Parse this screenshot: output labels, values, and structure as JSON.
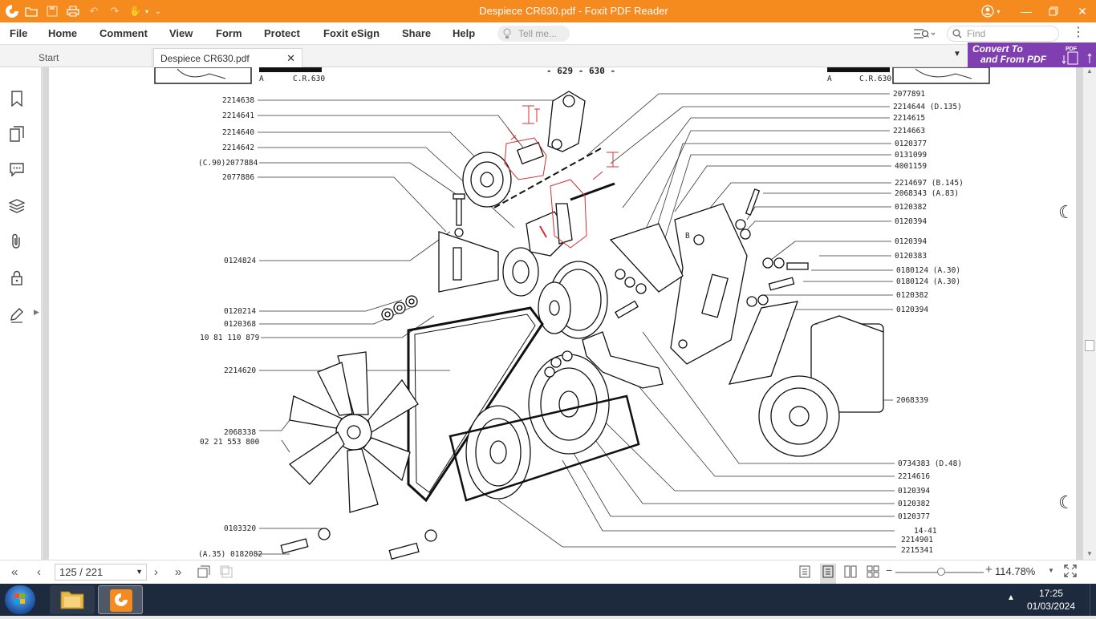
{
  "window": {
    "title": "Despiece CR630.pdf - Foxit PDF Reader",
    "accent": "#f58b1f"
  },
  "menu": {
    "items": [
      "File",
      "Home",
      "Comment",
      "View",
      "Form",
      "Protect",
      "Foxit eSign",
      "Share",
      "Help"
    ],
    "tell_me": "Tell me...",
    "find_placeholder": "Find"
  },
  "tabs": {
    "start": "Start",
    "document": "Despiece CR630.pdf"
  },
  "convert_banner": {
    "line1": "Convert To",
    "line2": "and From PDF",
    "badge": "PDF"
  },
  "document": {
    "header_left_code": "A",
    "header_left_model": "C.R.630",
    "header_center": "- 629 - 630 -",
    "header_right_code": "A",
    "header_right_model": "C.R.630",
    "labels_left": [
      "2214638",
      "2214641",
      "2214640",
      "2214642",
      "(C.90)2077884",
      "2077886",
      "0124824",
      "0120214",
      "0120368",
      "10 81 110 879",
      "2214620",
      "2068338",
      "02 21 553 800",
      "0103320",
      "(A.35) 0182082"
    ],
    "labels_right": [
      "2077891",
      "2214644 (D.135)",
      "2214615",
      "2214663",
      "0120377",
      "0131099",
      "4001159",
      "2214697 (B.145)",
      "2068343 (A.83)",
      "0120382",
      "0120394",
      "0120394",
      "0120383",
      "0180124 (A.30)",
      "0180124 (A.30)",
      "0120382",
      "0120394",
      "2068339",
      "0734383 (D.48)",
      "2214616",
      "0120394",
      "0120382",
      "0120377",
      "14-41",
      "2214901",
      "2215341"
    ],
    "part_letter": "B"
  },
  "status": {
    "page_display": "125 / 221",
    "zoom": "114.78%",
    "zoom_fraction": 0.52
  },
  "taskbar": {
    "time": "17:25",
    "date": "01/03/2024"
  }
}
